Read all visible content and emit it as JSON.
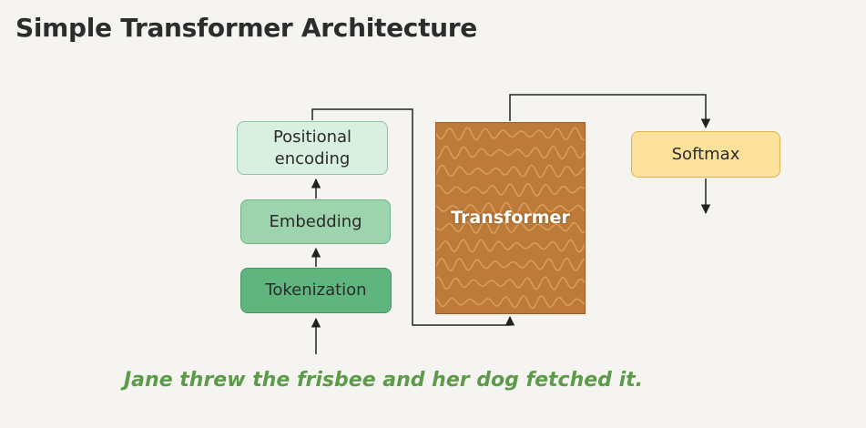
{
  "slide": {
    "title": "Simple Transformer Architecture"
  },
  "diagram": {
    "nodes": {
      "positional": "Positional\nencoding",
      "embedding": "Embedding",
      "tokenization": "Tokenization",
      "transformer": "Transformer",
      "softmax": "Softmax"
    },
    "edges": [
      {
        "from": "input-sentence",
        "to": "tokenization"
      },
      {
        "from": "tokenization",
        "to": "embedding"
      },
      {
        "from": "embedding",
        "to": "positional"
      },
      {
        "from": "positional",
        "to": "transformer"
      },
      {
        "from": "transformer",
        "to": "softmax"
      },
      {
        "from": "softmax",
        "to": "output"
      }
    ],
    "colors": {
      "positional": "#d9efdf",
      "embedding": "#9dd3ad",
      "tokenization": "#5fb57d",
      "transformer": "#bd7a3a",
      "softmax": "#fbe19a",
      "sentence": "#5d9a4a"
    }
  },
  "input": {
    "sentence": "Jane threw the frisbee and her dog fetched it."
  }
}
